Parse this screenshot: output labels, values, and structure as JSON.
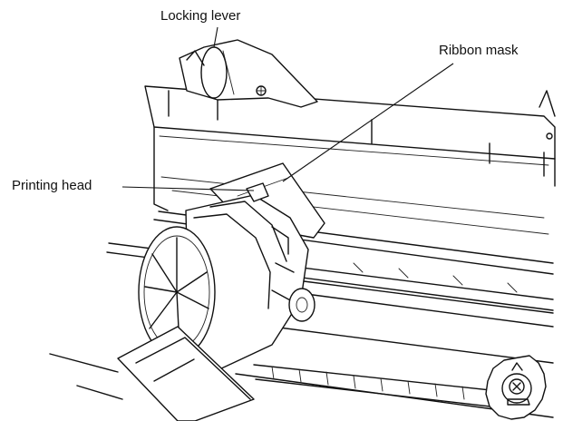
{
  "diagram": {
    "labels": {
      "locking_lever": "Locking lever",
      "ribbon_mask": "Ribbon mask",
      "printing_head": "Printing head"
    }
  }
}
